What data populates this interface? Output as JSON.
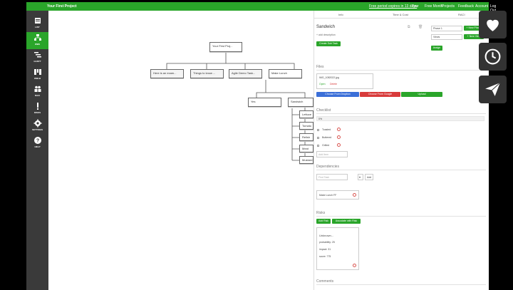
{
  "app": {
    "title": "Your First Project",
    "trial_text": "Free period expires in 13 days",
    "nav": [
      "Tour",
      "Free Month",
      "Projects",
      "Feedback",
      "Account",
      "Log Out"
    ]
  },
  "sidebar": {
    "items": [
      {
        "label": "LIST",
        "icon": "list-icon"
      },
      {
        "label": "WBS",
        "icon": "wbs-icon",
        "active": true
      },
      {
        "label": "GANTT",
        "icon": "gantt-icon"
      },
      {
        "label": "WBLB",
        "icon": "wblb-icon"
      },
      {
        "label": "RACI",
        "icon": "raci-icon"
      },
      {
        "label": "RISKS",
        "icon": "risks-icon"
      },
      {
        "label": "SETTINGS",
        "icon": "settings-icon"
      },
      {
        "label": "HELP",
        "icon": "help-icon"
      }
    ]
  },
  "tree": {
    "root": "Your First Proj...",
    "level1": [
      "Here is an exam...",
      "Things to know ...",
      "Agile Demo Task...",
      "Make Lunch"
    ],
    "level2": [
      "Yes",
      "Sandwich"
    ],
    "level3": [
      "Lettuce",
      "Tomato",
      "Relish",
      "Meat",
      "Mustard"
    ]
  },
  "panel": {
    "tabs": [
      "Info",
      "Time & Cost",
      "RACI"
    ],
    "task_name": "Sandwich",
    "add_description": "+ add description",
    "create_sub_task": "Create Sub Task",
    "phase_select": "Phase 1",
    "new_phase_btn": "+ New Phase",
    "views_select": "Views",
    "new_view_btn": "+ New View",
    "assign_btn": "Assign",
    "files": {
      "title": "Files",
      "filename": "IMG_1082022.jpg",
      "open": "Open",
      "delete": "Delete",
      "dropbox": "Choose From Dropbox",
      "google": "Choose From Google",
      "upload": "Upload"
    },
    "checklist": {
      "title": "Checklist",
      "percent": "0%",
      "items": [
        "Toasted",
        "Buttered",
        "Grilled"
      ],
      "add_placeholder": "Add Item"
    },
    "dependencies": {
      "title": "Dependencies",
      "find_placeholder": "Find Task",
      "add": "Add",
      "item": "Make Lunch FF"
    },
    "risks": {
      "title": "Risks",
      "add_risk": "Add Risk",
      "associate": "Associate with Risk",
      "name": "Unknown...",
      "probability": "probability: 25",
      "impact": "impact: 31",
      "score": "score: 775"
    },
    "comments": {
      "title": "Comments"
    }
  },
  "colors": {
    "brand_green": "#2aa52a",
    "sidebar": "#3a3a3a",
    "blue": "#3b6fd8",
    "red": "#d83b3b"
  }
}
